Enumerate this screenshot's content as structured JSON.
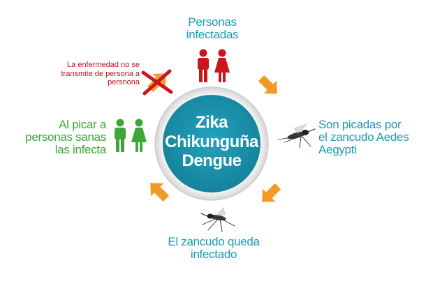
{
  "center": {
    "lines": [
      "Zika",
      "Chikunguña",
      "Dengue"
    ]
  },
  "top_label": {
    "lines": [
      "Personas",
      "infectadas"
    ]
  },
  "right_label": {
    "lines": [
      "Son picadas por",
      "el zancudo Aedes",
      "Aegypti"
    ]
  },
  "bottom_label": {
    "lines": [
      "El zancudo queda",
      "infectado"
    ]
  },
  "left_label": {
    "lines": [
      "Al picar a",
      "personas sanas",
      "las infecta"
    ]
  },
  "warning_label": {
    "lines": [
      "La enfermedad no se",
      "transmite de persona a",
      "persnona"
    ]
  },
  "colors": {
    "teal": "#1d9bb4",
    "circle": "#1a8fa9",
    "red": "#c8171d",
    "green": "#3ea639",
    "arrow": "#f39a26",
    "cross": "#c8171d"
  },
  "icons": {
    "infected": [
      "man-icon",
      "woman-icon"
    ],
    "healthy": [
      "man-icon",
      "woman-icon"
    ],
    "mosquito": "mosquito-icon",
    "arrow": "arrow-icon",
    "cross": "cross-icon"
  }
}
